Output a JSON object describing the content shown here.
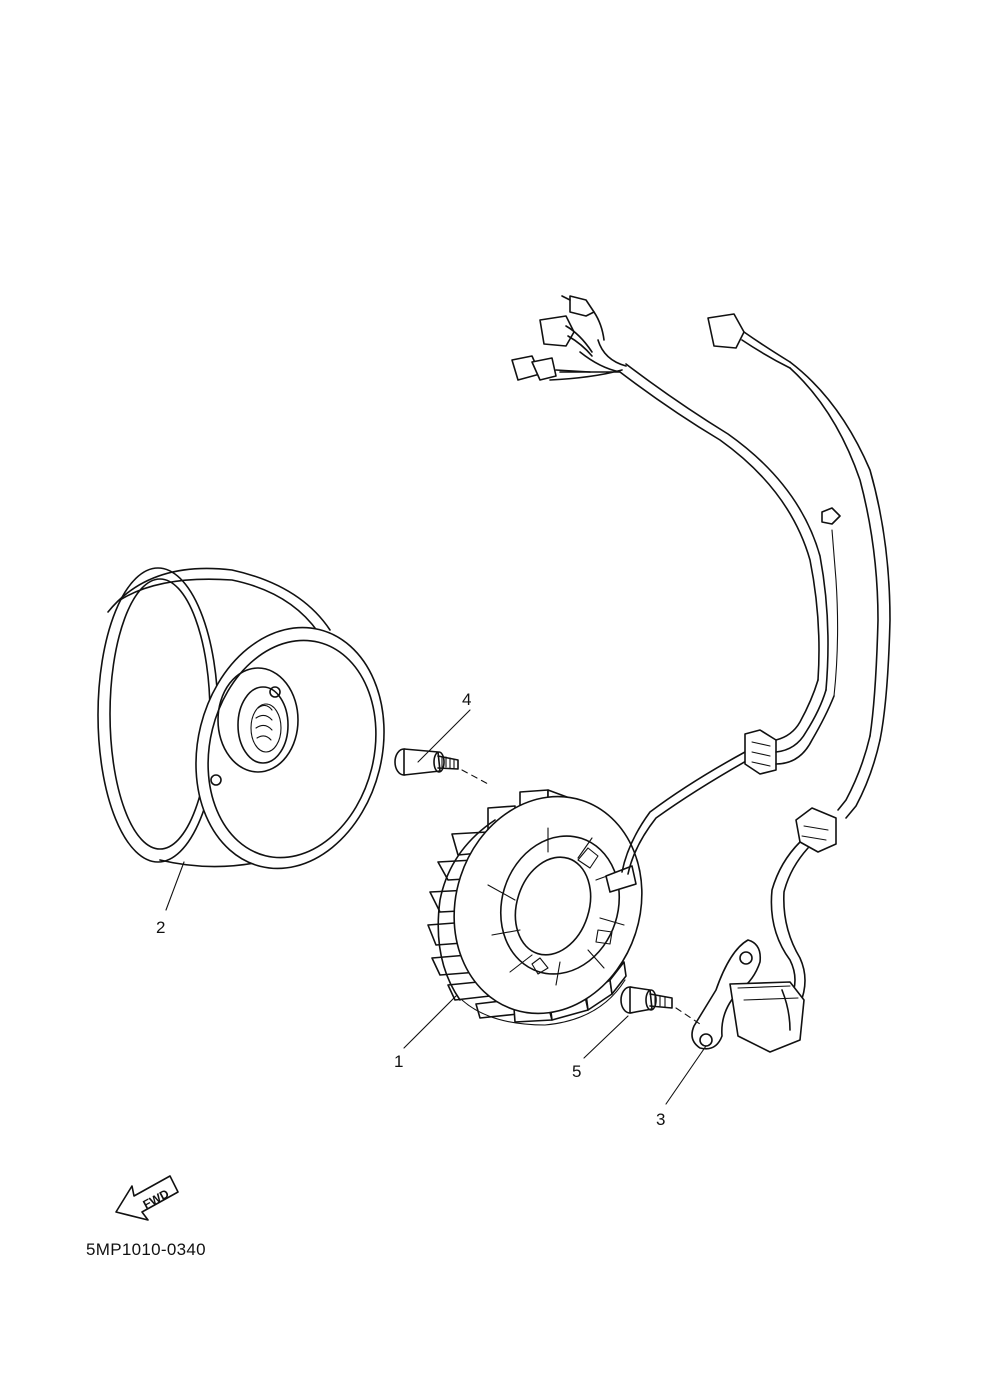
{
  "callouts": {
    "c1": "1",
    "c2": "2",
    "c3": "3",
    "c4": "4",
    "c5": "5"
  },
  "fwd_label": "FWD",
  "diagram_code": "5MP1010-0340",
  "colors": {
    "line": "#111111",
    "background": "#ffffff"
  },
  "icons": {
    "direction": "fwd-arrow-icon"
  }
}
